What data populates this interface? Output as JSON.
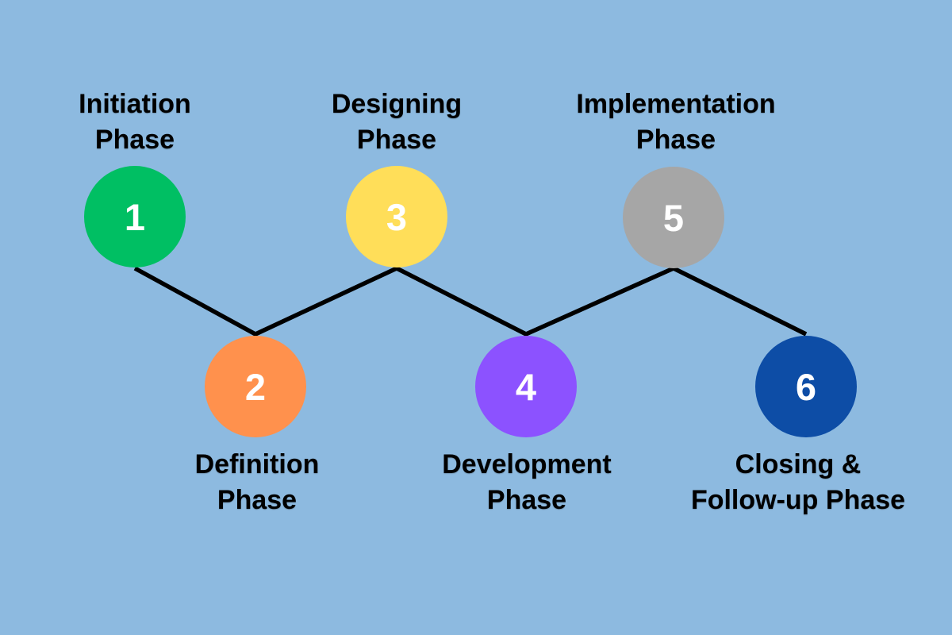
{
  "canvas": {
    "background_color": "#8dbae0"
  },
  "connector": {
    "color": "#000000"
  },
  "phases": [
    {
      "number": "1",
      "name_line1": "Initiation",
      "name_line2": "Phase",
      "color": "#00bf63"
    },
    {
      "number": "2",
      "name_line1": "Definition",
      "name_line2": "Phase",
      "color": "#ff914d"
    },
    {
      "number": "3",
      "name_line1": "Designing",
      "name_line2": "Phase",
      "color": "#ffde59"
    },
    {
      "number": "4",
      "name_line1": "Development",
      "name_line2": "Phase",
      "color": "#8c52ff"
    },
    {
      "number": "5",
      "name_line1": "Implementation",
      "name_line2": "Phase",
      "color": "#a6a6a6"
    },
    {
      "number": "6",
      "name_line1": "Closing &",
      "name_line2": "Follow-up Phase",
      "color": "#0d4da6"
    }
  ]
}
